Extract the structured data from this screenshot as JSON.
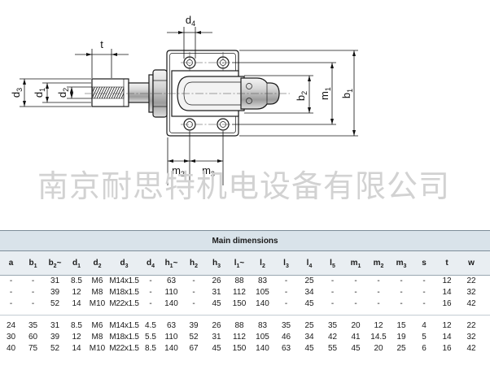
{
  "drawing": {
    "labels": {
      "d4": {
        "base": "d",
        "sub": "4"
      },
      "t": {
        "base": "t"
      },
      "d3": {
        "base": "d",
        "sub": "3"
      },
      "d1": {
        "base": "d",
        "sub": "1"
      },
      "d2": {
        "base": "d",
        "sub": "2"
      },
      "b2": {
        "base": "b",
        "sub": "2"
      },
      "m1": {
        "base": "m",
        "sub": "1"
      },
      "b1": {
        "base": "b",
        "sub": "1"
      },
      "m2": {
        "base": "m",
        "sub": "2"
      },
      "m3": {
        "base": "m",
        "sub": "3"
      }
    }
  },
  "watermark": "南京耐思特机电设备有限公司",
  "table": {
    "title": "Main dimensions",
    "columns": [
      {
        "base": "a"
      },
      {
        "base": "b",
        "sub": "1"
      },
      {
        "base": "b",
        "sub": "2",
        "suffix": "~"
      },
      {
        "base": "d",
        "sub": "1"
      },
      {
        "base": "d",
        "sub": "2"
      },
      {
        "base": "d",
        "sub": "3"
      },
      {
        "base": "d",
        "sub": "4"
      },
      {
        "base": "h",
        "sub": "1",
        "suffix": "~"
      },
      {
        "base": "h",
        "sub": "2"
      },
      {
        "base": "h",
        "sub": "3"
      },
      {
        "base": "l",
        "sub": "1",
        "suffix": "~"
      },
      {
        "base": "l",
        "sub": "2"
      },
      {
        "base": "l",
        "sub": "3"
      },
      {
        "base": "l",
        "sub": "4"
      },
      {
        "base": "l",
        "sub": "5"
      },
      {
        "base": "m",
        "sub": "1"
      },
      {
        "base": "m",
        "sub": "2"
      },
      {
        "base": "m",
        "sub": "3"
      },
      {
        "base": "s"
      },
      {
        "base": "t"
      },
      {
        "base": "w"
      }
    ],
    "groups": [
      [
        [
          "-",
          "-",
          "31",
          "8.5",
          "M6",
          "M14x1.5",
          "-",
          "63",
          "-",
          "26",
          "88",
          "83",
          "-",
          "25",
          "-",
          "-",
          "-",
          "-",
          "-",
          "12",
          "22"
        ],
        [
          "-",
          "-",
          "39",
          "12",
          "M8",
          "M18x1.5",
          "-",
          "110",
          "-",
          "31",
          "112",
          "105",
          "-",
          "34",
          "-",
          "-",
          "-",
          "-",
          "-",
          "14",
          "32"
        ],
        [
          "-",
          "-",
          "52",
          "14",
          "M10",
          "M22x1.5",
          "-",
          "140",
          "-",
          "45",
          "150",
          "140",
          "-",
          "45",
          "-",
          "-",
          "-",
          "-",
          "-",
          "16",
          "42"
        ]
      ],
      [
        [
          "24",
          "35",
          "31",
          "8.5",
          "M6",
          "M14x1.5",
          "4.5",
          "63",
          "39",
          "26",
          "88",
          "83",
          "35",
          "25",
          "35",
          "20",
          "12",
          "15",
          "4",
          "12",
          "22"
        ],
        [
          "30",
          "60",
          "39",
          "12",
          "M8",
          "M18x1.5",
          "5.5",
          "110",
          "52",
          "31",
          "112",
          "105",
          "46",
          "34",
          "42",
          "41",
          "14.5",
          "19",
          "5",
          "14",
          "32"
        ],
        [
          "40",
          "75",
          "52",
          "14",
          "M10",
          "M22x1.5",
          "8.5",
          "140",
          "67",
          "45",
          "150",
          "140",
          "63",
          "45",
          "55",
          "45",
          "20",
          "25",
          "6",
          "16",
          "42"
        ]
      ]
    ]
  }
}
